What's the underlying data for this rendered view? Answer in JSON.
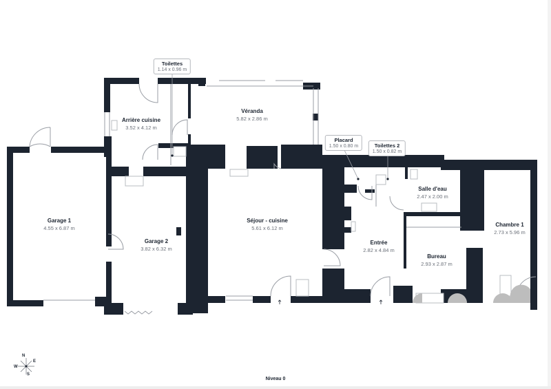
{
  "level": {
    "label": "Niveau 0"
  },
  "compass": {
    "n": "N",
    "e": "E",
    "s": "S",
    "w": "W"
  },
  "colors": {
    "wall": "#1c2430",
    "fixture": "#b8bcc2",
    "door_swing": "#9a9ea5",
    "step_gray": "#bdbdbd"
  },
  "rooms": [
    {
      "id": "garage1",
      "name": "Garage 1",
      "dimensions": "4.55 x 6.87 m"
    },
    {
      "id": "garage2",
      "name": "Garage 2",
      "dimensions": "3.82 x 6.32 m"
    },
    {
      "id": "arriere_cuisine",
      "name": "Arrière cuisine",
      "dimensions": "3.52 x 4.12 m"
    },
    {
      "id": "veranda",
      "name": "Véranda",
      "dimensions": "5.82 x 2.86 m"
    },
    {
      "id": "sejour",
      "name": "Séjour - cuisine",
      "dimensions": "5.61 x 6.12 m"
    },
    {
      "id": "entree",
      "name": "Entrée",
      "dimensions": "2.82 x 4.84 m"
    },
    {
      "id": "salle_eau",
      "name": "Salle d'eau",
      "dimensions": "2.47 x 2.00 m"
    },
    {
      "id": "bureau",
      "name": "Bureau",
      "dimensions": "2.93 x 2.87 m"
    },
    {
      "id": "chambre1",
      "name": "Chambre 1",
      "dimensions": "2.73 x 5.96 m"
    }
  ],
  "callouts": [
    {
      "id": "toilettes",
      "name": "Toilettes",
      "dimensions": "1.14 x 0.96 m"
    },
    {
      "id": "placard",
      "name": "Placard",
      "dimensions": "1.50 x 0.80 m"
    },
    {
      "id": "toilettes2",
      "name": "Toilettes 2",
      "dimensions": "1.50 x 0.82 m"
    }
  ]
}
